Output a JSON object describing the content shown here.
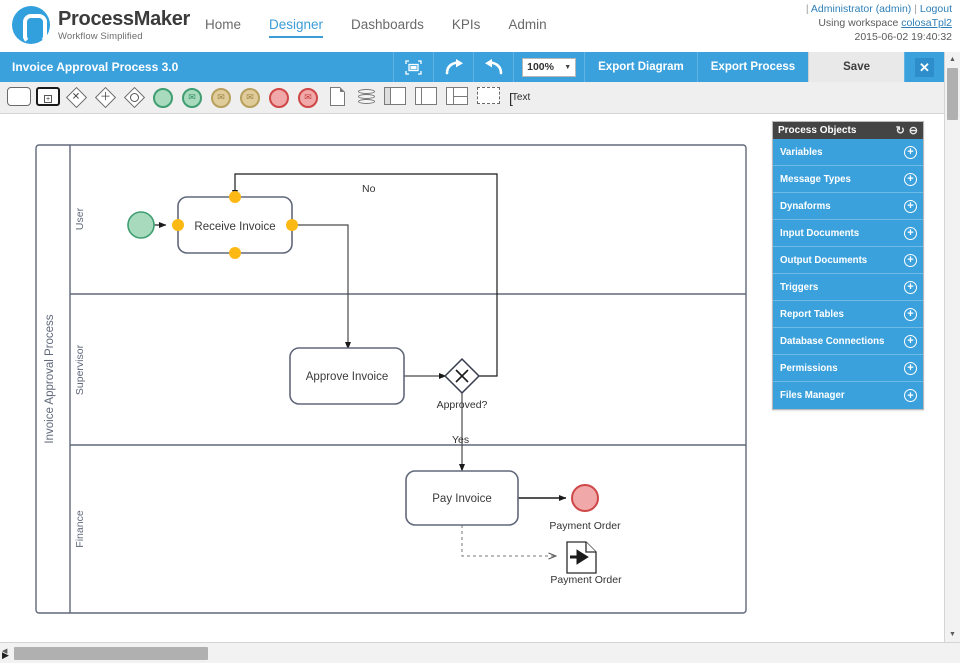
{
  "header": {
    "brand_title": "ProcessMaker",
    "brand_subtitle": "Workflow Simplified",
    "nav": [
      {
        "label": "Home",
        "active": false
      },
      {
        "label": "Designer",
        "active": true
      },
      {
        "label": "Dashboards",
        "active": false
      },
      {
        "label": "KPIs",
        "active": false
      },
      {
        "label": "Admin",
        "active": false
      }
    ],
    "user_line_sep1": "|",
    "user_name": "Administrator (admin)",
    "user_line_sep2": "|",
    "logout": "Logout",
    "workspace_prefix": "Using workspace",
    "workspace_name": "colosaTpl2",
    "timestamp": "2015-06-02 19:40:32"
  },
  "toolbar": {
    "process_title": "Invoice Approval Process 3.0",
    "fullscreen_icon": "fullscreen-icon",
    "redo_icon": "redo-arrow-icon",
    "undo_icon": "undo-arrow-icon",
    "zoom_value": "100%",
    "zoom_caret": "▼",
    "export_diagram": "Export Diagram",
    "export_process": "Export Process",
    "save": "Save",
    "close": "✕"
  },
  "palette": [
    {
      "name": "task-shape",
      "icon": "rounded-rectangle-icon"
    },
    {
      "name": "subprocess-shape",
      "icon": "subprocess-icon"
    },
    {
      "name": "exclusive-gateway-shape",
      "icon": "gateway-exclusive-icon",
      "glyph": "✕"
    },
    {
      "name": "parallel-gateway-shape",
      "icon": "gateway-parallel-icon",
      "glyph": "＋"
    },
    {
      "name": "inclusive-gateway-shape",
      "icon": "gateway-inclusive-icon",
      "glyph": "○"
    },
    {
      "name": "start-event-shape",
      "icon": "start-event-icon"
    },
    {
      "name": "start-message-event-shape",
      "icon": "start-message-event-icon"
    },
    {
      "name": "intermediate-event-shape",
      "icon": "intermediate-event-icon"
    },
    {
      "name": "intermediate-message-event-shape",
      "icon": "intermediate-message-event-icon"
    },
    {
      "name": "end-event-shape",
      "icon": "end-event-icon"
    },
    {
      "name": "end-message-event-shape",
      "icon": "end-message-event-icon"
    },
    {
      "name": "data-object-shape",
      "icon": "document-icon"
    },
    {
      "name": "data-store-shape",
      "icon": "database-icon"
    },
    {
      "name": "pool-shape",
      "icon": "pool-icon"
    },
    {
      "name": "lane-shape",
      "icon": "lane-icon"
    },
    {
      "name": "horizontal-lane-shape",
      "icon": "horizontal-lane-icon"
    },
    {
      "name": "group-shape",
      "icon": "dashed-group-icon"
    },
    {
      "name": "text-annotation-shape",
      "icon": "text-annotation-icon",
      "label": "Text"
    }
  ],
  "diagram": {
    "pool_label": "Invoice Approval Process",
    "lanes": [
      "User",
      "Supervisor",
      "Finance"
    ],
    "tasks": [
      {
        "id": "receive",
        "label": "Receive Invoice",
        "selected": true
      },
      {
        "id": "approve",
        "label": "Approve Invoice",
        "selected": false
      },
      {
        "id": "pay",
        "label": "Pay Invoice",
        "selected": false
      }
    ],
    "gateway": {
      "label": "Approved?",
      "type": "exclusive"
    },
    "end_event": {
      "label": "Payment Order"
    },
    "data_object": {
      "label": "Payment Order"
    },
    "flow_labels": {
      "no": "No",
      "yes": "Yes"
    },
    "colors": {
      "shape_stroke": "#60687a",
      "selection_handle": "#fdb913",
      "start_event_fill": "#a8dbbd",
      "start_event_stroke": "#3f9e72",
      "end_event_fill": "#f0a8a8",
      "end_event_stroke": "#cf4747",
      "lane_stroke": "#60687a"
    }
  },
  "process_objects": {
    "title": "Process Objects",
    "refresh_icon": "↻",
    "collapse_icon": "⊖",
    "items": [
      {
        "label": "Variables"
      },
      {
        "label": "Message Types"
      },
      {
        "label": "Dynaforms"
      },
      {
        "label": "Input Documents"
      },
      {
        "label": "Output Documents"
      },
      {
        "label": "Triggers"
      },
      {
        "label": "Report Tables"
      },
      {
        "label": "Database Connections"
      },
      {
        "label": "Permissions"
      },
      {
        "label": "Files Manager"
      }
    ],
    "add_icon": "+"
  },
  "scrollbars": {
    "v_up": "▲",
    "v_down": "▼",
    "h_left": "◀",
    "cursor": "▶"
  }
}
